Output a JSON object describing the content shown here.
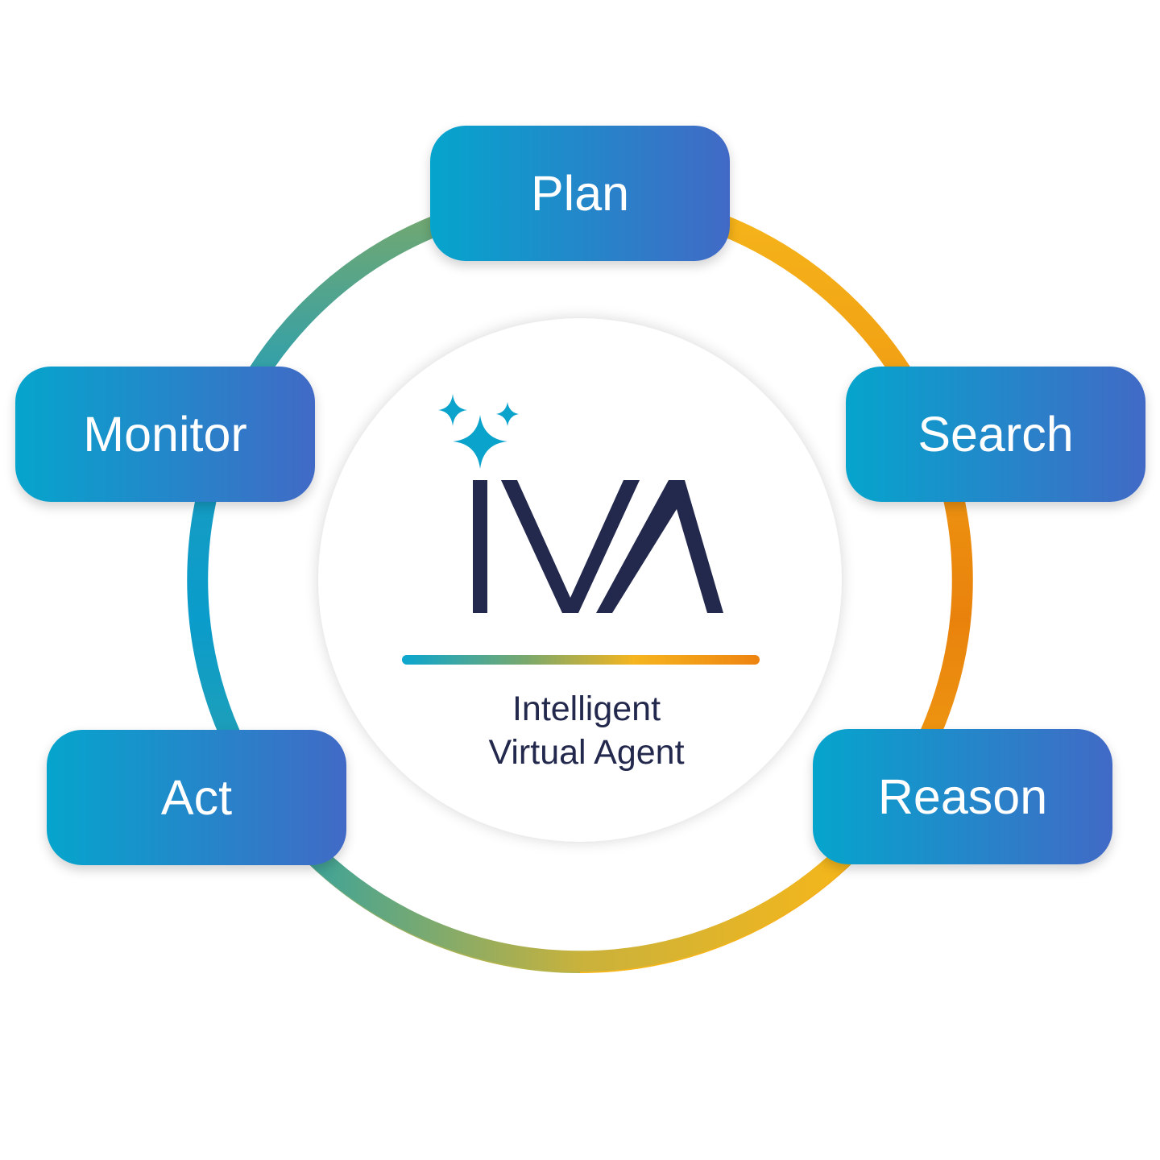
{
  "logo": {
    "wordmark": "IVA",
    "tagline_line1": "Intelligent",
    "tagline_line2": "Virtual Agent",
    "wordmark_color": "#23284d",
    "sparkle_color": "#0aa3cc"
  },
  "stages": [
    {
      "id": "plan",
      "label": "Plan"
    },
    {
      "id": "search",
      "label": "Search"
    },
    {
      "id": "reason",
      "label": "Reason"
    },
    {
      "id": "act",
      "label": "Act"
    },
    {
      "id": "monitor",
      "label": "Monitor"
    }
  ],
  "colors": {
    "stage_gradient_start": "#05a5cd",
    "stage_gradient_end": "#416ac6",
    "ring_teal": "#0a9ccb",
    "ring_green": "#7aa96a",
    "ring_yellow": "#f4b51c",
    "ring_orange": "#e9820c",
    "underline_start": "#0aa6cf",
    "underline_mid": "#f5b51f",
    "underline_end": "#ee8310"
  }
}
